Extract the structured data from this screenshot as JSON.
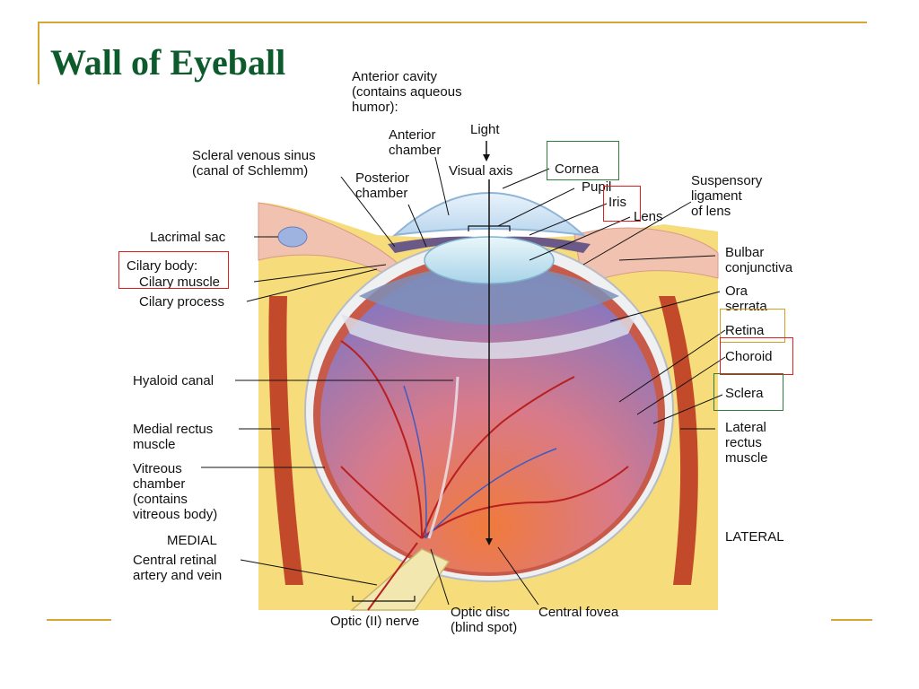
{
  "slide": {
    "title": "Wall of Eyeball"
  },
  "labels": {
    "anterior_cavity": "Anterior cavity\n(contains aqueous\nhumor):",
    "light": "Light",
    "anterior_chamber": "Anterior\nchamber",
    "scleral_venous_sinus": "Scleral venous sinus\n(canal of Schlemm)",
    "posterior_chamber": "Posterior\nchamber",
    "visual_axis": "Visual axis",
    "cornea": "Cornea",
    "pupil": "Pupil",
    "iris": "Iris",
    "lens": "Lens",
    "suspensory_ligament": "Suspensory\nligament\nof lens",
    "lacrimal_sac": "Lacrimal sac",
    "cilary_body": "Cilary body:",
    "cilary_muscle": "Cilary muscle",
    "cilary_process": "Cilary process",
    "bulbar_conjunctiva": "Bulbar\nconjunctiva",
    "ora_serrata": "Ora\nserrata",
    "retina": "Retina",
    "choroid": "Choroid",
    "sclera": "Sclera",
    "hyaloid_canal": "Hyaloid canal",
    "medial_rectus": "Medial rectus\nmuscle",
    "lateral_rectus": "Lateral\nrectus\nmuscle",
    "vitreous_chamber": "Vitreous\nchamber\n(contains\nvitreous body)",
    "medial": "MEDIAL",
    "lateral": "LATERAL",
    "central_retinal": "Central retinal\nartery and vein",
    "optic_nerve": "Optic (II) nerve",
    "optic_disc": "Optic disc\n(blind spot)",
    "central_fovea": "Central fovea"
  },
  "colors": {
    "title": "#0d5b2d",
    "frame": "#d8a633",
    "box_green": "#2e7d3a",
    "box_red": "#e02020",
    "box_gold": "#d4a020",
    "fat": "#f6dc7a",
    "conjunctiva": "#f2c2b0",
    "vitreous_top": "#8c7fc6",
    "vitreous_bottom": "#f07a3c",
    "vessel": "#b82020"
  }
}
